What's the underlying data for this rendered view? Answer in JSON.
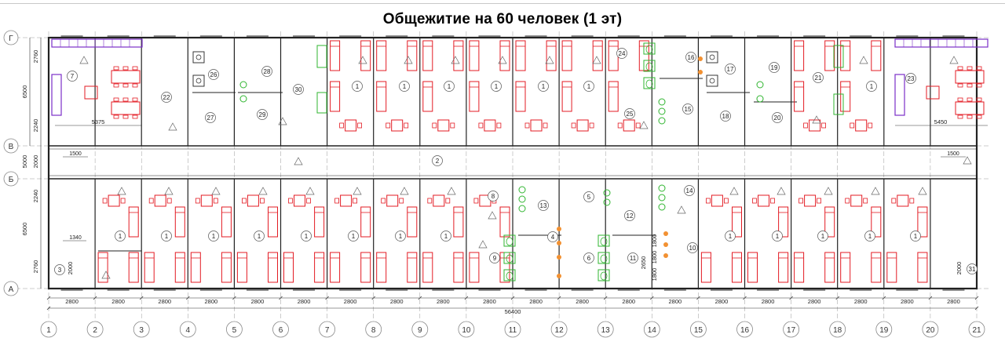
{
  "title": "Общежитие на 60 человек (1 эт)",
  "axis_letters": [
    "Г",
    "В",
    "Б",
    "А"
  ],
  "axis_numbers": [
    "1",
    "2",
    "3",
    "4",
    "5",
    "6",
    "7",
    "8",
    "9",
    "10",
    "11",
    "12",
    "13",
    "14",
    "15",
    "16",
    "17",
    "18",
    "19",
    "20",
    "21"
  ],
  "bay_dims": [
    "2800",
    "2800",
    "2800",
    "2800",
    "2800",
    "2800",
    "2800",
    "2800",
    "2800",
    "2800",
    "2800",
    "2800",
    "2800",
    "2800",
    "2800",
    "2800",
    "2800",
    "2800",
    "2800",
    "2800"
  ],
  "total_dim": "56400",
  "left_dims": {
    "upper_total": "6500",
    "upper_a": "2760",
    "upper_b": "2240",
    "corridor_a": "2000",
    "corridor_b": "5000",
    "lower_total": "6500",
    "lower_a": "2240",
    "lower_b": "2760"
  },
  "room_dims": {
    "left_kitchen": "5375",
    "right_kitchen": "5450",
    "left_door": "1500",
    "right_door": "1500",
    "vestibule_w": "1340",
    "vestibule_h": "2000",
    "right_vestibule": "2000",
    "wash_a": "2650",
    "wash_b": "1800",
    "wash_c": "1800",
    "wash_d": "1800"
  },
  "room_numbers": {
    "upper": [
      "7",
      "22",
      "26",
      "27",
      "28",
      "29",
      "30",
      "1",
      "1",
      "1",
      "1",
      "1",
      "1",
      "24",
      "25",
      "16",
      "15",
      "17",
      "18",
      "19",
      "20",
      "21",
      "1",
      "23"
    ],
    "corridor": "2",
    "lower": [
      "3",
      "1",
      "1",
      "1",
      "1",
      "1",
      "1",
      "1",
      "1",
      "9",
      "8",
      "13",
      "4",
      "5",
      "6",
      "12",
      "11",
      "14",
      "10",
      "1",
      "1",
      "1",
      "1",
      "1",
      "31"
    ]
  },
  "colors": {
    "wall": "#222222",
    "furniture": "#e31b23",
    "plumbing": "#2fb52f",
    "kitchen": "#7b2fc9",
    "fixture": "#f29132",
    "grid": "#9a9a9a"
  }
}
